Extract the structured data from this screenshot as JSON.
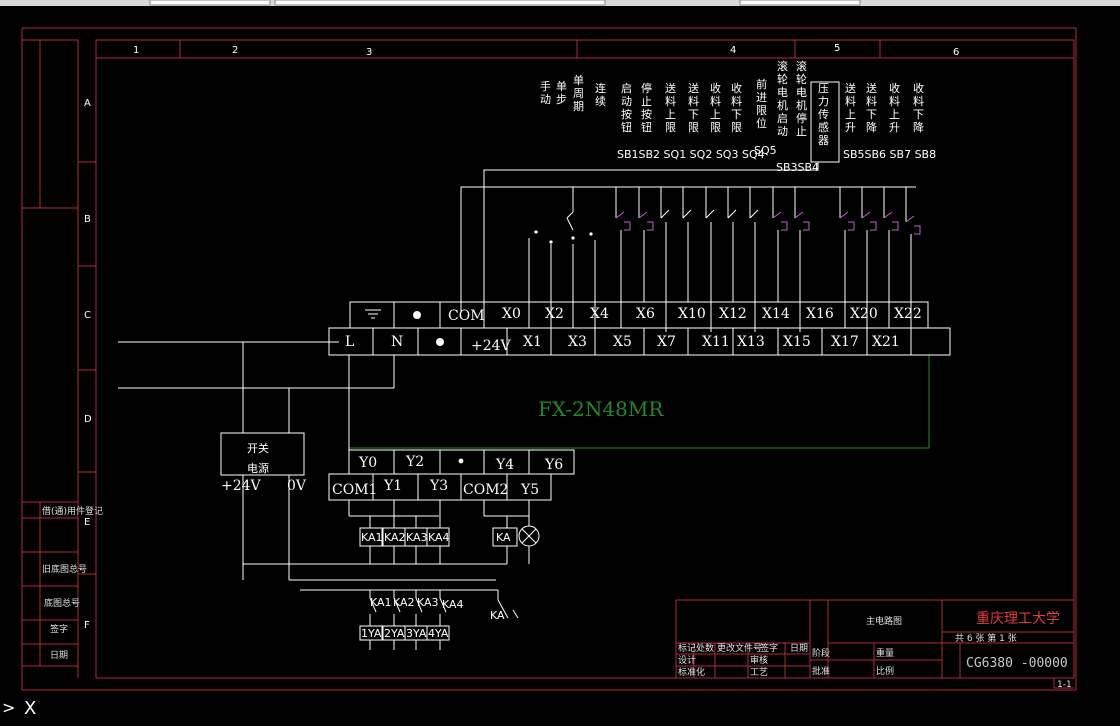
{
  "frame": {
    "columns": [
      "1",
      "2",
      "3",
      "4",
      "5",
      "6"
    ],
    "rows": [
      "A",
      "B",
      "C",
      "D",
      "E",
      "F"
    ]
  },
  "inputs": {
    "labels": [
      {
        "id": "manual",
        "text": "手\n动"
      },
      {
        "id": "step",
        "text": "单\n步"
      },
      {
        "id": "single-cycle",
        "text": "单\n周\n期"
      },
      {
        "id": "continuous",
        "text": "连\n续"
      },
      {
        "id": "start-btn",
        "text": "启\n动\n按\n钮"
      },
      {
        "id": "stop-btn",
        "text": "停\n止\n按\n钮"
      },
      {
        "id": "feed-upper",
        "text": "送\n料\n上\n限"
      },
      {
        "id": "feed-lower",
        "text": "送\n料\n下\n限"
      },
      {
        "id": "recv-upper",
        "text": "收\n料\n上\n限"
      },
      {
        "id": "recv-lower",
        "text": "收\n料\n下\n限"
      },
      {
        "id": "fwd-limit",
        "text": "前\n进\n限\n位"
      },
      {
        "id": "roller-start",
        "text": "滚\n轮\n电\n机\n启\n动"
      },
      {
        "id": "roller-stop",
        "text": "滚\n轮\n电\n机\n停\n止"
      },
      {
        "id": "pressure",
        "text": "压\n力\n传\n感\n器"
      },
      {
        "id": "feed-up",
        "text": "送\n料\n上\n升"
      },
      {
        "id": "feed-down",
        "text": "送\n料\n下\n降"
      },
      {
        "id": "recv-up",
        "text": "收\n料\n上\n升"
      },
      {
        "id": "recv-down",
        "text": "收\n料\n下\n降"
      }
    ],
    "codes_row1": "SB1SB2 SQ1 SQ2 SQ3 SQ4",
    "code_sq5": "SQ5",
    "code_sb34": "SB3SB4",
    "codes_row2": "SB5SB6 SB7 SB8"
  },
  "plc": {
    "model": "FX-2N48MR",
    "top_row": [
      "COM",
      "X0",
      "X2",
      "X4",
      "X6",
      "X10",
      "X12",
      "X14",
      "X16",
      "X20",
      "X22"
    ],
    "second_row": [
      "L",
      "N",
      "+24V",
      "X1",
      "X3",
      "X5",
      "X7",
      "X11",
      "X13",
      "X15",
      "X17",
      "X21"
    ],
    "out_top": [
      "Y0",
      "Y2",
      "Y4",
      "Y6"
    ],
    "out_bottom": [
      "COM1",
      "Y1",
      "Y3",
      "COM2",
      "Y5"
    ]
  },
  "power_supply": {
    "label_1": "开关",
    "label_2": "电源",
    "plus": "+24V",
    "zero": "0V"
  },
  "relays": [
    "KA1",
    "KA2",
    "KA3",
    "KA4"
  ],
  "relay_ka": "KA",
  "relay_contacts": [
    "KA1",
    "KA2",
    "KA3",
    "KA4"
  ],
  "valves": [
    "1YA",
    "2YA",
    "3YA",
    "4YA"
  ],
  "contact_ka": "KA",
  "title_block": {
    "university": "重庆理工大学",
    "drawing_name": "主电路图",
    "drawing_code": "CG6380 -00000",
    "sheet_info": "共 6 张   第 1 张",
    "page": "1-1",
    "cells": [
      "标记",
      "处数",
      "更改文件号",
      "签字",
      "日期",
      "设计",
      "审核",
      "批准",
      "阶段",
      "重量",
      "比例",
      "工艺",
      "标准化"
    ]
  },
  "left_strip": [
    "借(通)用件登记",
    "旧底图总号",
    "底图总号",
    "签字",
    "日期"
  ],
  "cmd": {
    "prompt": ">",
    "symbol": "X"
  },
  "colors": {
    "frame": "#b5293a",
    "wire": "#ffffff",
    "plc_outline": "#1f8a2a",
    "contact": "#c85bd0"
  }
}
